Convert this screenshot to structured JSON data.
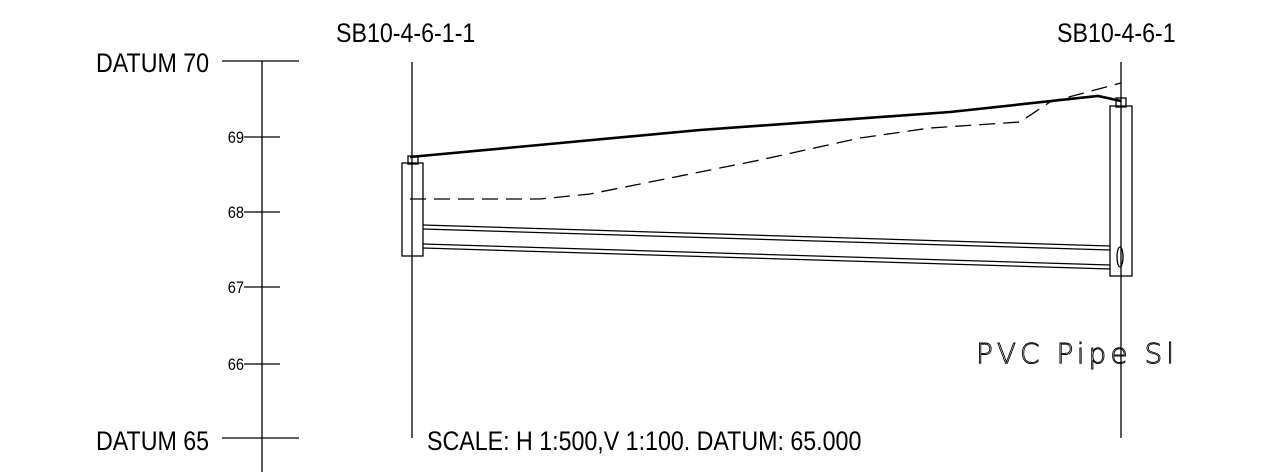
{
  "datum_top": "DATUM 70",
  "datum_bottom": "DATUM 65",
  "ticks": [
    "69",
    "68",
    "67",
    "66"
  ],
  "manhole_left": "SB10-4-6-1-1",
  "manhole_right": "SB10-4-6-1",
  "pipe_label": "PVC Pipe Sl",
  "scale_note": "SCALE: H 1:500,V 1:100. DATUM: 65.000",
  "axis": {
    "min": 65,
    "max": 70
  }
}
